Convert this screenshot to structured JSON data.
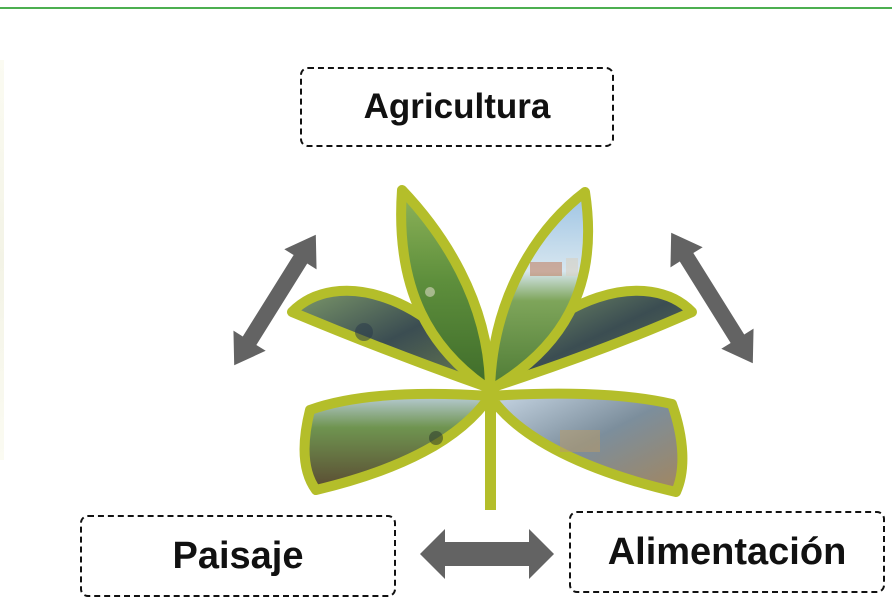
{
  "labels": {
    "top": "Agricultura",
    "left": "Paisaje",
    "right": "Alimentación"
  },
  "colors": {
    "leaf_outline": "#b4be2a",
    "arrow": "#636363",
    "box_border": "#111111",
    "top_rule": "#4caf50"
  },
  "icons": [
    "leaf-logo",
    "double-arrow"
  ]
}
